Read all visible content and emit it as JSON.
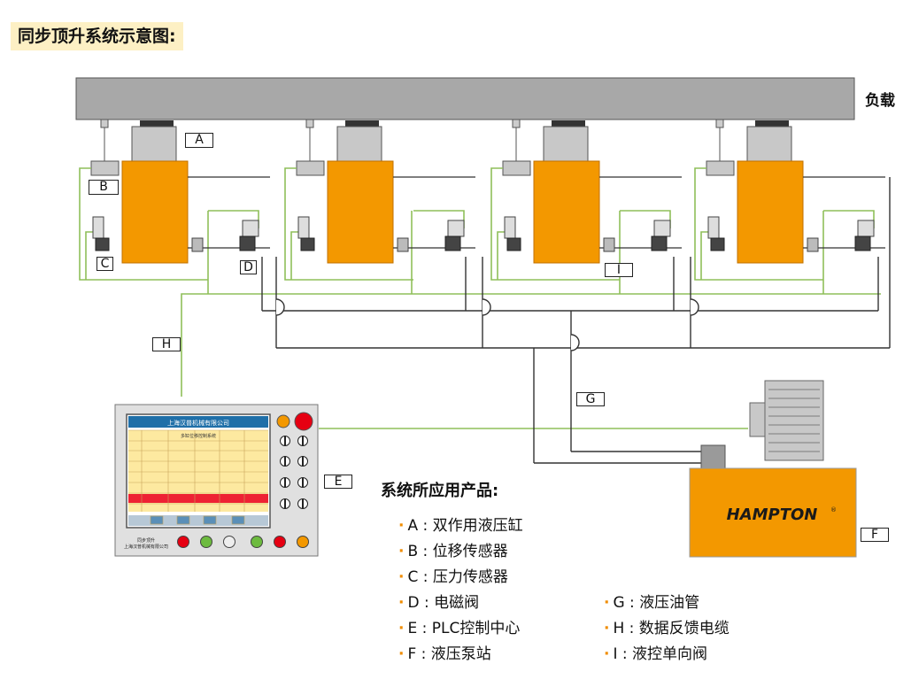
{
  "title": "同步顶升系统示意图:",
  "load_label": "负载",
  "tags": {
    "A": "A",
    "B": "B",
    "C": "C",
    "D": "D",
    "E": "E",
    "F": "F",
    "G": "G",
    "H": "H",
    "I": "I"
  },
  "brand": "HAMPTON",
  "brand_mark": "®",
  "panel": {
    "company": "上海汉普机械有限公司",
    "subtitle": "多缸位移控制系统",
    "footer_line1": "同步顶升",
    "footer_line2": "上海汉普机械有限公司"
  },
  "legend": {
    "title": "系统所应用产品:",
    "items_left": [
      {
        "key": "A",
        "name": "双作用液压缸"
      },
      {
        "key": "B",
        "name": "位移传感器"
      },
      {
        "key": "C",
        "name": "压力传感器"
      },
      {
        "key": "D",
        "name": "电磁阀"
      },
      {
        "key": "E",
        "name": "PLC控制中心"
      },
      {
        "key": "F",
        "name": "液压泵站"
      }
    ],
    "items_right": [
      {
        "key": "G",
        "name": "液压油管"
      },
      {
        "key": "H",
        "name": "数据反馈电缆"
      },
      {
        "key": "I",
        "name": "液控单向阀"
      }
    ]
  },
  "colors": {
    "cylinder": "#f39800",
    "load_beam": "#a8a8a8",
    "cable": "#8fbf5a",
    "hose": "#333333",
    "title_bg": "#fdf0c4"
  }
}
